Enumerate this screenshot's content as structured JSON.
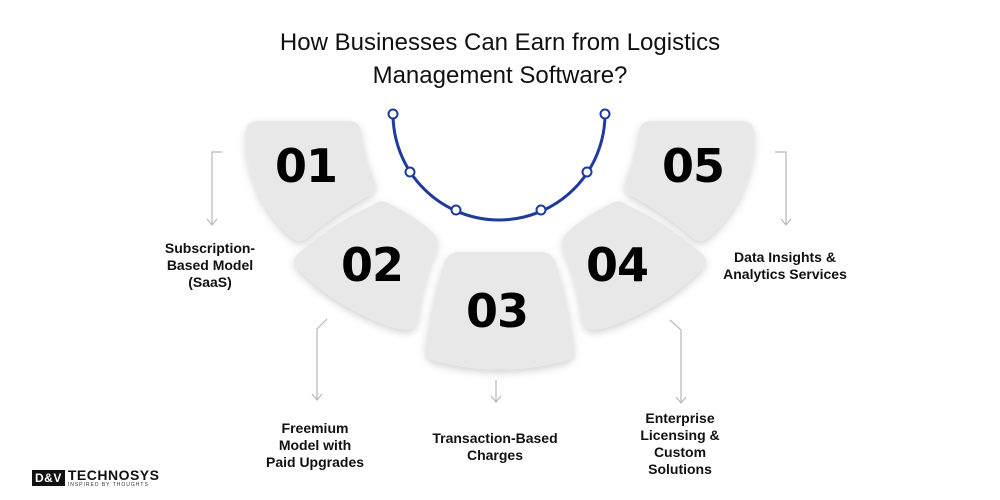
{
  "title": {
    "line1": "How Businesses Can Earn from Logistics",
    "line2": "Management Software?"
  },
  "cards": [
    {
      "number": "01",
      "label": [
        "Subscription-",
        "Based Model",
        "(SaaS)"
      ]
    },
    {
      "number": "02",
      "label": [
        "Freemium",
        "Model with",
        "Paid Upgrades"
      ]
    },
    {
      "number": "03",
      "label": [
        "Transaction-Based",
        "Charges"
      ]
    },
    {
      "number": "04",
      "label": [
        "Enterprise",
        "Licensing &",
        "Custom",
        "Solutions"
      ]
    },
    {
      "number": "05",
      "label": [
        "Data Insights &",
        "Analytics Services"
      ]
    }
  ],
  "logo": {
    "box": "D&V",
    "text": "TECHNOSYS",
    "tagline": "INSPIRED BY THOUGHTS"
  },
  "colors": {
    "card_fill": "#e8e8e8",
    "arc_stroke": "#1f3a9e",
    "connector": "#b8b8b8",
    "text": "#111111"
  }
}
